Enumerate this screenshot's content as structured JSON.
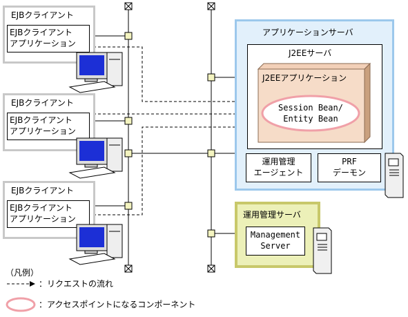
{
  "clients": [
    {
      "title": "EJBクライアント",
      "app_line1": "EJBクライアント",
      "app_line2": "アプリケーション"
    },
    {
      "title": "EJBクライアント",
      "app_line1": "EJBクライアント",
      "app_line2": "アプリケーション"
    },
    {
      "title": "EJBクライアント",
      "app_line1": "EJBクライアント",
      "app_line2": "アプリケーション"
    }
  ],
  "app_server": {
    "title": "アプリケーションサーバ",
    "j2ee_server": "J2EEサーバ",
    "j2ee_app": "J2EEアプリケーション",
    "bean_line1": "Session Bean/",
    "bean_line2": "Entity Bean",
    "agent_line1": "運用管理",
    "agent_line2": "エージェント",
    "prf_line1": "PRF",
    "prf_line2": "デーモン"
  },
  "mgmt_server": {
    "title": "運用管理サーバ",
    "line1": "Management",
    "line2": "Server"
  },
  "legend": {
    "heading": "（凡例）",
    "flow": "：リクエストの流れ",
    "access_point": "：アクセスポイントになるコンポーネント"
  },
  "colors": {
    "app_server_border": "#9cc8ec",
    "app_server_fill": "#e2f0fb",
    "j2ee_app_fill": "#f6dcc8",
    "j2ee_app_border": "#b3906e",
    "ellipse": "#f0a0a8",
    "mgmt_border": "#c8c86a",
    "mgmt_fill": "#ecf0b8",
    "client_border": "#c8c8c8",
    "node_fill": "#f4f4c0"
  }
}
